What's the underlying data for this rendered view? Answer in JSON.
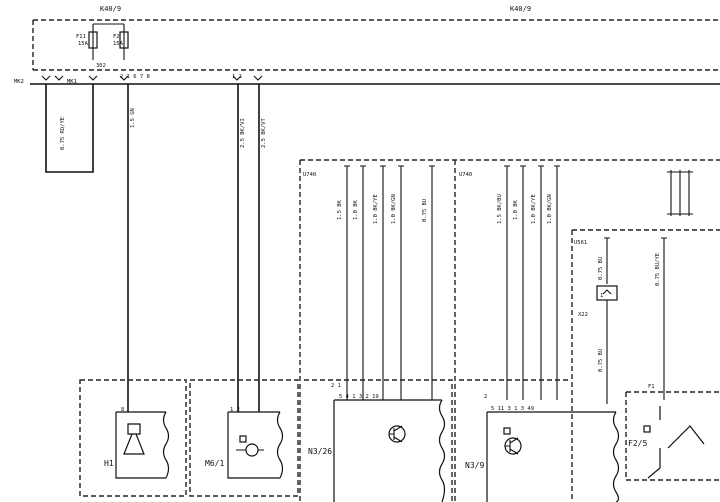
{
  "header": {
    "left_ref": "K40/9",
    "right_ref": "K40/9"
  },
  "fuses": [
    {
      "id": "F11",
      "rating": "15A"
    },
    {
      "id": "F2",
      "rating": "15A"
    }
  ],
  "fuse_block_pins": "2 1   6   7   8",
  "fuse_pin_302": "302",
  "pin_group_2": "1 2",
  "connectors": {
    "mk2": "MK2",
    "mk1": "MK1"
  },
  "wires": {
    "w1": "0.75 RD/YE",
    "w2": "1.5 GN",
    "w3": "2.5 BK/VI",
    "w4": "2.5 BK/VT",
    "n326_a": "1.5 BK",
    "n326_b": "1.0 BK",
    "n326_c": "1.0 BK/YE",
    "n326_d": "1.0 BK/GN",
    "n326_e": "0.75 BU",
    "n39_a": "1.5 BK/BU",
    "n39_b": "1.0 BK",
    "n39_c": "1.0 BK/YE",
    "n39_d": "1.0 BK/GN",
    "u561_a": "0.75 BU",
    "u561_b": "0.75 BU/YE",
    "x22_out": "0.75 BU"
  },
  "modules": {
    "u740_left": "U740",
    "u740_right": "U740",
    "u561": "U561",
    "x22": "X22"
  },
  "components": {
    "h1": "H1",
    "m6_1": "M6/1",
    "n3_26": "N3/26",
    "n3_9": "N3/9",
    "f2_5": "F2/5"
  },
  "pins": {
    "h1_top": "8",
    "m6_top": "1   2",
    "n326_top": "5  4  1  3  2     19",
    "n326_marks": "2                  1",
    "n39_top": "5  11  3  1  3       49",
    "n39_mark": "2",
    "f25_top": "F1",
    "x22_pin": "1"
  }
}
